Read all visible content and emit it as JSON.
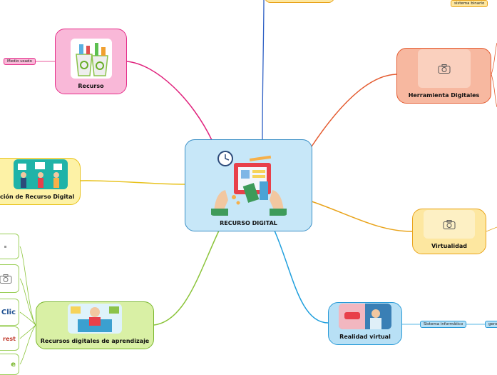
{
  "colors": {
    "center": "#c7e7f8",
    "center_border": "#3a8fc6",
    "recurso": "#f9b8d8",
    "recurso_border": "#e52e8a",
    "definicion": "#fdf2a6",
    "definicion_border": "#e8c21d",
    "rda": "#d9f0a5",
    "rda_border": "#7ab72e",
    "herramienta": "#f7b8a0",
    "herramienta_border": "#e45b30",
    "virtualidad": "#fde7a0",
    "virtualidad_border": "#e9a41c",
    "realidad": "#b8e0f5",
    "realidad_border": "#2a9bd8"
  },
  "center": {
    "label": "RECURSO DIGITAL",
    "image_icon": "digital-resource-illustration"
  },
  "branches": {
    "recurso": {
      "label": "Recurso",
      "image_icon": "recycle-bins-illustration"
    },
    "definicion": {
      "label": "inición de Recurso Digital",
      "image_icon": "people-with-screens-illustration"
    },
    "rda": {
      "label": "Recursos digitales de aprendizaje",
      "image_icon": "teacher-online-illustration"
    },
    "herramienta": {
      "label": "Herramienta Digitales",
      "image_icon": "camera-icon"
    },
    "virtualidad": {
      "label": "Virtualidad",
      "image_icon": "camera-icon"
    },
    "realidad": {
      "label": "Realidad virtual",
      "image_icon": "vr-photo"
    }
  },
  "tags": {
    "medio_usado": "Medio usado",
    "sistema_binario": "sistema binario",
    "sistema_informatico": "Sistema informático",
    "gene": "gene"
  },
  "rda_children": {
    "clic_text": "Clic",
    "rest_text": "rest",
    "e_text": "e"
  }
}
